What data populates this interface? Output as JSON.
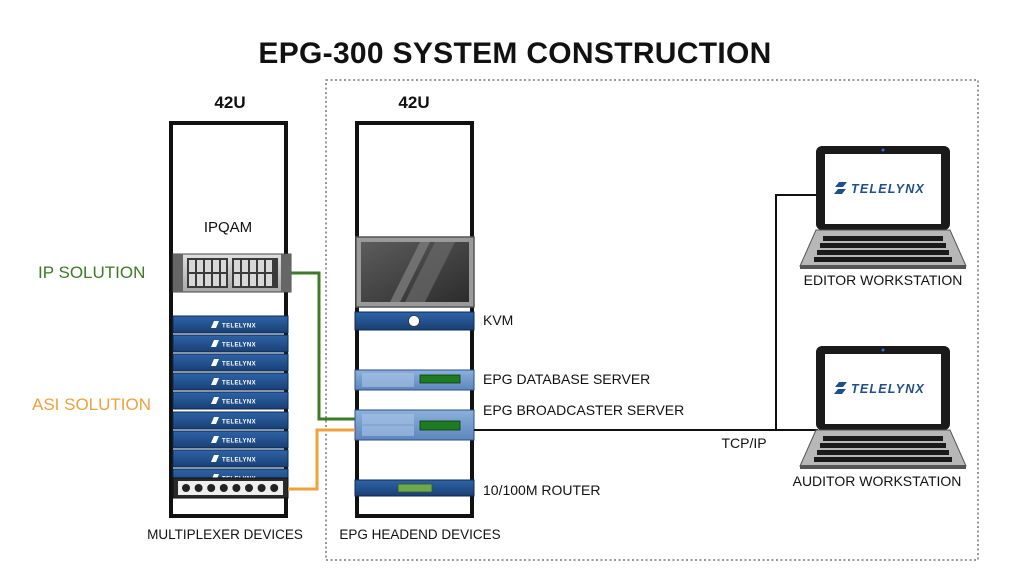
{
  "title": "EPG-300 SYSTEM CONSTRUCTION",
  "rack_left": {
    "height_label": "42U",
    "ipqam_label": "IPQAM",
    "caption": "MULTIPLEXER DEVICES"
  },
  "rack_right": {
    "height_label": "42U",
    "caption": "EPG HEADEND DEVICES"
  },
  "solutions": {
    "ip": "IP SOLUTION",
    "asi": "ASI SOLUTION"
  },
  "devices": {
    "kvm": "KVM",
    "database_server": "EPG DATABASE SERVER",
    "broadcaster_server": "EPG BROADCASTER SERVER",
    "router": "10/100M ROUTER"
  },
  "network": {
    "protocol": "TCP/IP"
  },
  "workstations": {
    "editor": "EDITOR WORKSTATION",
    "auditor": "AUDITOR WORKSTATION"
  },
  "brand": {
    "unit_text": "TELELYNX",
    "laptop_text": "TELELYNX"
  },
  "colors": {
    "ip_line": "#3e7a27",
    "asi_line": "#f0a03c",
    "network_line": "#111111",
    "device_blue": "#1f4e8c",
    "laptop_screen": "#ffffff"
  }
}
